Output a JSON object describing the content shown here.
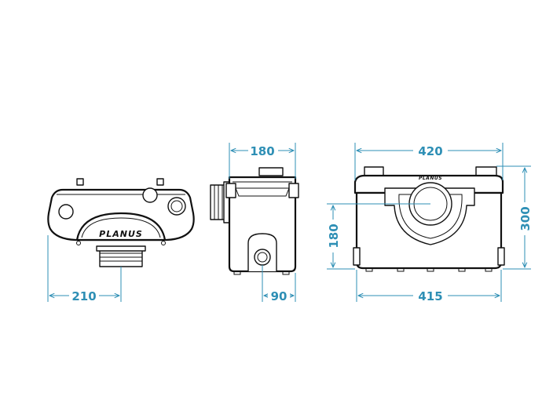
{
  "product": {
    "brand_logo": "PLANUS"
  },
  "dimensions": {
    "top_view_width": "210",
    "side_view_depth": "180",
    "side_view_outlet_offset": "90",
    "front_view_top_width": "420",
    "front_view_base_width": "415",
    "front_view_height": "300",
    "front_view_inlet_height": "180"
  },
  "colors": {
    "dimension_line": "#2e8fb5",
    "outline": "#111111",
    "background": "#ffffff"
  }
}
